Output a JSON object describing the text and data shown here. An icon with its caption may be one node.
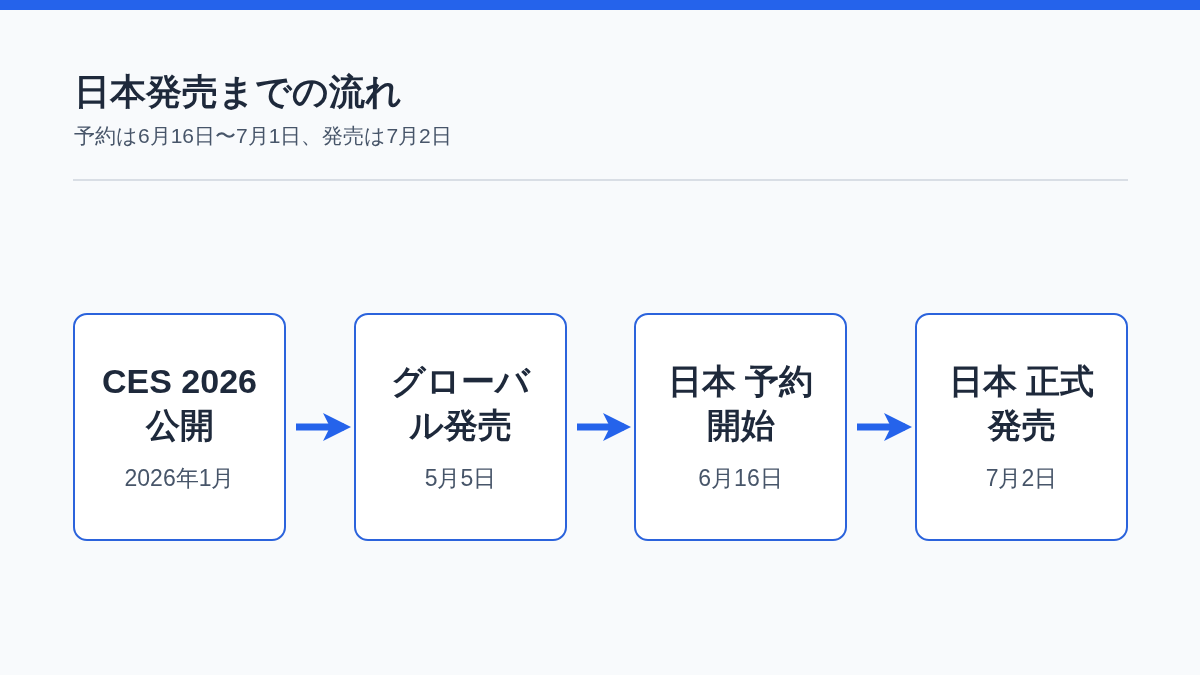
{
  "diagram": {
    "title": "日本発売までの流れ",
    "caption": "予約は6月16日〜7月1日、発売は7月2日",
    "nodes": [
      {
        "text": [
          "CES 2026 公開",
          "2026年1月"
        ]
      },
      {
        "text": [
          "グローバル発売",
          "5月5日"
        ]
      },
      {
        "text": [
          "日本 予約開始",
          "6月16日"
        ]
      },
      {
        "text": [
          "日本 正式発売",
          "7月2日"
        ]
      }
    ],
    "edges": [
      {
        "from": 0,
        "to": 1,
        "arrow": "to"
      },
      {
        "from": 1,
        "to": 2,
        "arrow": "to"
      },
      {
        "from": 2,
        "to": 3,
        "arrow": "to"
      }
    ]
  }
}
